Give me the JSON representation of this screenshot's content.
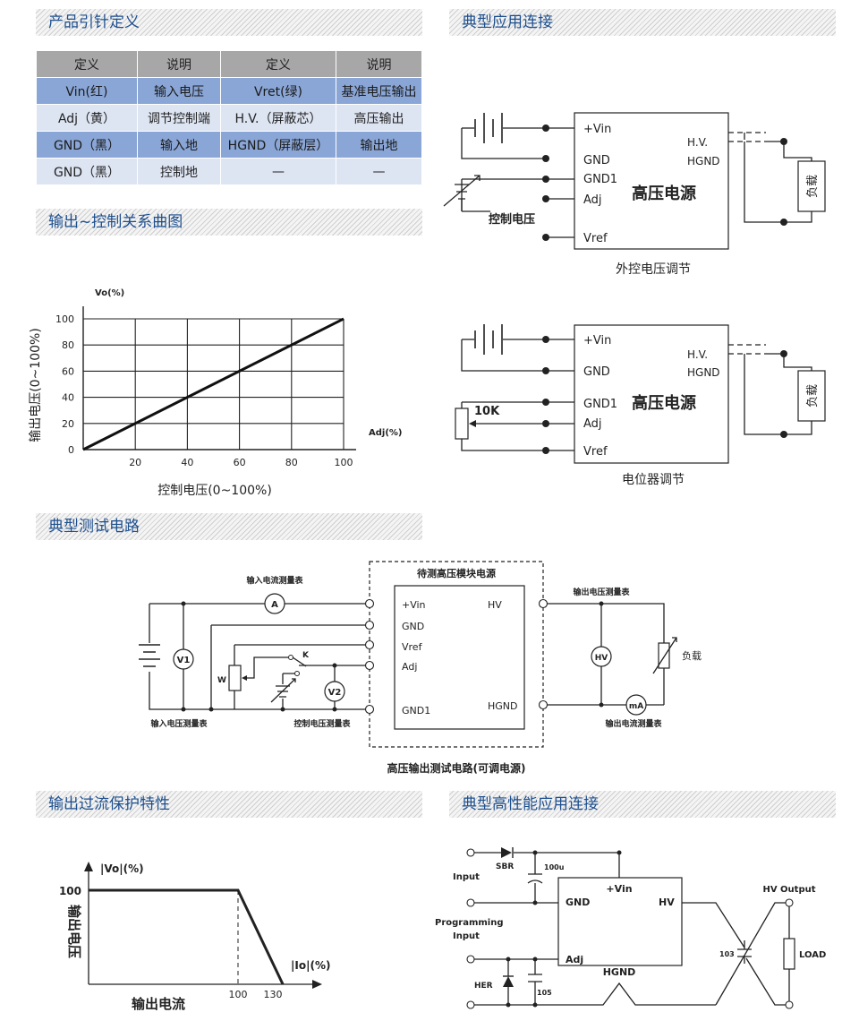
{
  "sections": {
    "pin_def": "产品引针定义",
    "typical_app": "典型应用连接",
    "curve": "输出~控制关系曲图",
    "test": "典型测试电路",
    "ocp": "输出过流保护特性",
    "high_perf": "典型高性能应用连接"
  },
  "pin_table": {
    "headers": [
      "定义",
      "说明",
      "定义",
      "说明"
    ],
    "rows": [
      [
        "Vin(红)",
        "输入电压",
        "Vret(绿)",
        "基准电压输出"
      ],
      [
        "Adj（黄）",
        "调节控制端",
        "H.V.（屏蔽芯）",
        "高压输出"
      ],
      [
        "GND（黑）",
        "输入地",
        "HGND（屏蔽层）",
        "输出地"
      ],
      [
        "GND（黑）",
        "控制地",
        "—",
        "—"
      ]
    ]
  },
  "chart_data": {
    "type": "line",
    "x": [
      0,
      100
    ],
    "series": [
      {
        "values": [
          0,
          100
        ]
      }
    ],
    "xticks": [
      20,
      40,
      60,
      80,
      100
    ],
    "yticks": [
      0,
      20,
      40,
      60,
      80,
      100
    ],
    "xlim": [
      0,
      100
    ],
    "ylim": [
      0,
      100
    ],
    "axis_x_tag": "Adj(%)",
    "axis_y_tag": "Vo(%)",
    "xlabel": "控制电压(0~100%)",
    "ylabel": "输出电压(0~100%)",
    "grid": true
  },
  "ocp_chart": {
    "axis_y_tag": "|Vo|(%)",
    "axis_x_tag": "|Io|(%)",
    "ylabel": "输出电压",
    "xlabel": "输出电流",
    "y_value": "100",
    "x_ticks": [
      "100",
      "130"
    ],
    "points": [
      [
        0,
        100
      ],
      [
        100,
        100
      ],
      [
        130,
        0
      ]
    ]
  },
  "module": {
    "vin": "+Vin",
    "gnd": "GND",
    "gnd1": "GND1",
    "adj": "Adj",
    "vref": "Vref",
    "hv": "H.V.",
    "hgnd": "HGND",
    "name": "高压电源",
    "load": "负载",
    "control_voltage": "控制电压",
    "pot": "10K",
    "caption_ext": "外控电压调节",
    "caption_pot": "电位器调节"
  },
  "test_circuit": {
    "title": "待测高压模块电源",
    "caption": "高压输出测试电路(可调电源)",
    "vin": "+Vin",
    "gnd": "GND",
    "vref": "Vref",
    "adj": "Adj",
    "gnd1": "GND1",
    "hv": "HV",
    "hgnd": "HGND",
    "in_current": "输入电流测量表",
    "in_voltage": "输入电压测量表",
    "ctrl_voltage": "控制电压测量表",
    "out_voltage": "输出电压测量表",
    "out_current": "输出电流测量表",
    "load": "负载",
    "meter_a": "A",
    "meter_v1": "V1",
    "meter_v2": "V2",
    "meter_hv": "HV",
    "meter_ma": "mA",
    "switch_k": "K",
    "pot_w": "W"
  },
  "high_perf_circuit": {
    "input": "Input",
    "programming": "Programming",
    "programming2": "Input",
    "sbr": "SBR",
    "cap1": "100u",
    "her": "HER",
    "cap2": "105",
    "cap3": "103",
    "vin": "+Vin",
    "gnd": "GND",
    "hv": "HV",
    "adj": "Adj",
    "hgnd": "HGND",
    "hv_output": "HV Output",
    "load": "LOAD"
  }
}
